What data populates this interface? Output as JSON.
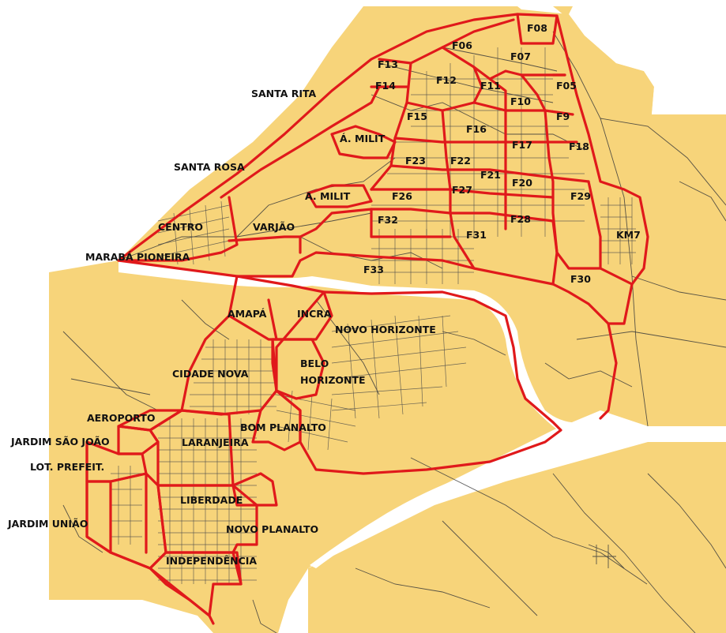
{
  "colors": {
    "land": "#f7d47a",
    "border": "#e0191b",
    "river": "#ffffff",
    "roads": "#3b3b3b",
    "background": "#ffffff"
  },
  "labels": {
    "f08": "F08",
    "f06": "F06",
    "f07": "F07",
    "f13": "F13",
    "f12": "F12",
    "f11": "F11",
    "f05": "F05",
    "f14": "F14",
    "f10": "F10",
    "santa_rita": "SANTA RITA",
    "f15": "F15",
    "f9": "F9",
    "f16": "F16",
    "a_milit_1": "Á. MILIT",
    "f17": "F17",
    "f18": "F18",
    "santa_rosa": "SANTA ROSA",
    "f23": "F23",
    "f22": "F22",
    "f21": "F21",
    "f20": "F20",
    "f29": "F29",
    "a_milit_2": "A. MILIT",
    "f26": "F26",
    "f27": "F27",
    "f32": "F32",
    "f28": "F28",
    "centro": "CENTRO",
    "varjao": "VARJÃO",
    "f31": "F31",
    "km7": "KM7",
    "maraba_pioneira": "MARABÁ PIONEIRA",
    "f33": "F33",
    "f30": "F30",
    "amapa": "AMAPÁ",
    "incra": "INCRA",
    "novo_horizonte": "NOVO HORIZONTE",
    "belo": "BELO",
    "horizonte": "HORIZONTE",
    "cidade_nova": "CIDADE NOVA",
    "aeroporto": "AEROPORTO",
    "bom_planalto": "BOM PLANALTO",
    "jardim_sao_joao": "JARDIM SÃO JOÃO",
    "laranjeira": "LARANJEIRA",
    "lot_prefeit": "LOT. PREFEIT.",
    "liberdade": "LIBERDADE",
    "jardim_uniao": "JARDIM UNIÃO",
    "novo_planalto": "NOVO PLANALTO",
    "independencia": "INDEPENDÊNCIA"
  }
}
